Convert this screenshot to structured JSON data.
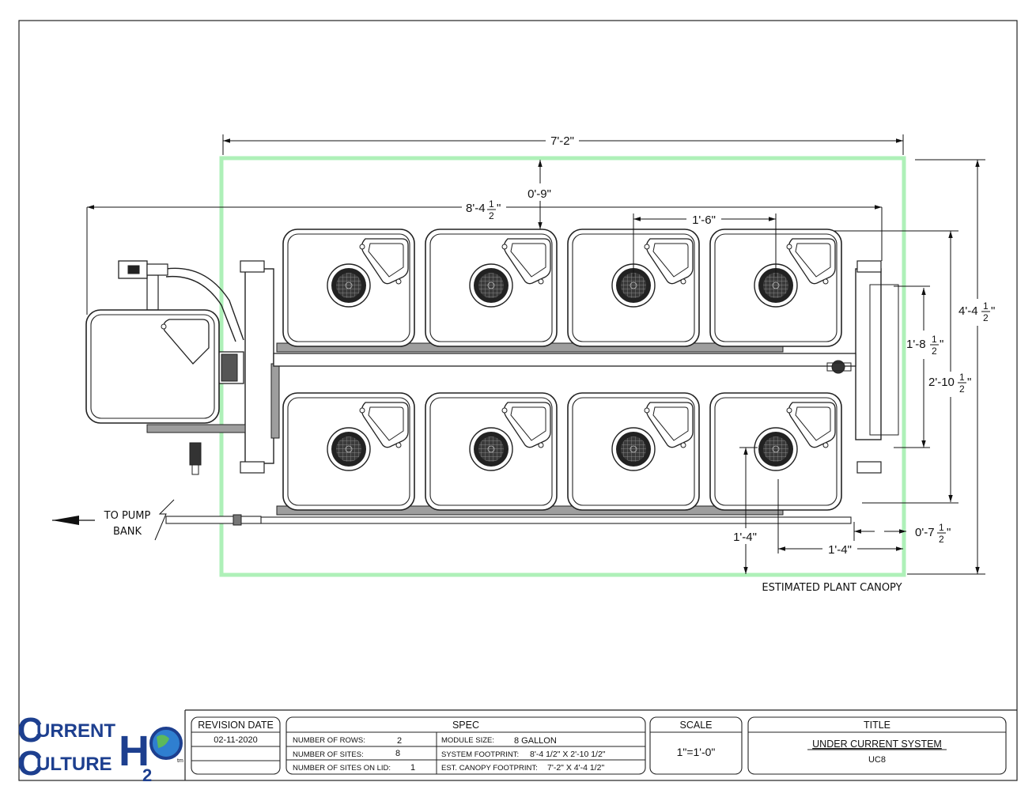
{
  "dimensions": {
    "overall_canopy_width": "7'-2\"",
    "canopy_offset_top": "0'-9\"",
    "system_length_whole": "8'-4",
    "module_spacing": "1'-6\"",
    "canopy_height_whole": "4'-4",
    "inner_height_whole": "1'-8",
    "system_height_whole": "2'-10",
    "offset_right_whole": "0'-7",
    "offset_vertical": "1'-4\"",
    "offset_horizontal": "1'-4\"",
    "half_num": "1",
    "half_den": "2",
    "inch_mark": "\""
  },
  "notes": {
    "to_pump_line1": "TO PUMP",
    "to_pump_line2": "BANK",
    "canopy_label": "ESTIMATED PLANT CANOPY"
  },
  "logo": {
    "line1": "URRENT",
    "line2": "ULTURE",
    "initial": "C",
    "h2o": "H",
    "sub2": "2",
    "tm": "tm"
  },
  "title_block": {
    "revision_header": "REVISION DATE",
    "revision_date": "02-11-2020",
    "spec_header": "SPEC",
    "rows_label": "NUMBER OF ROWS:",
    "rows_value": "2",
    "sites_label": "NUMBER OF SITES:",
    "sites_value": "8",
    "lid_label": "NUMBER OF SITES ON LID:",
    "lid_value": "1",
    "module_label": "MODULE SIZE:",
    "module_value": "8 GALLON",
    "footprint_label": "SYSTEM FOOTPRINT:",
    "footprint_value": "8'-4 1/2\" X 2'-10 1/2\"",
    "canopy_fp_label": "EST. CANOPY FOOTPRINT:",
    "canopy_fp_value": "7'-2\" X 4'-4 1/2\"",
    "scale_header": "SCALE",
    "scale_value": "1\"=1'-0\"",
    "title_header": "TITLE",
    "title_value": "UNDER CURRENT SYSTEM",
    "model_value": "UC8"
  },
  "colors": {
    "canopy_outline": "#aef0b8",
    "logo_blue": "#1d3f8f",
    "globe": "#2f7fd0"
  }
}
